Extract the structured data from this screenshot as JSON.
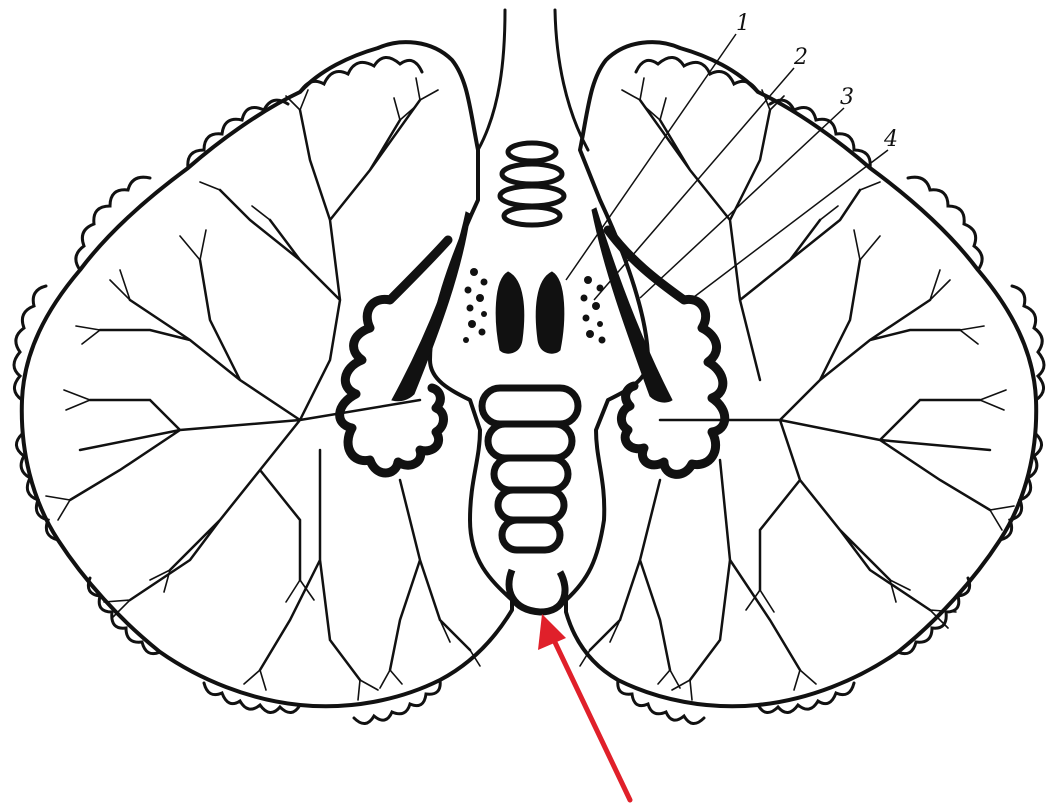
{
  "figure": {
    "labels": [
      "1",
      "2",
      "3",
      "4"
    ]
  },
  "colors": {
    "ink": "#111111",
    "background": "#ffffff",
    "pointer_arrow": "#e0202a"
  },
  "icons": {
    "pointer": "red-arrow-icon"
  }
}
